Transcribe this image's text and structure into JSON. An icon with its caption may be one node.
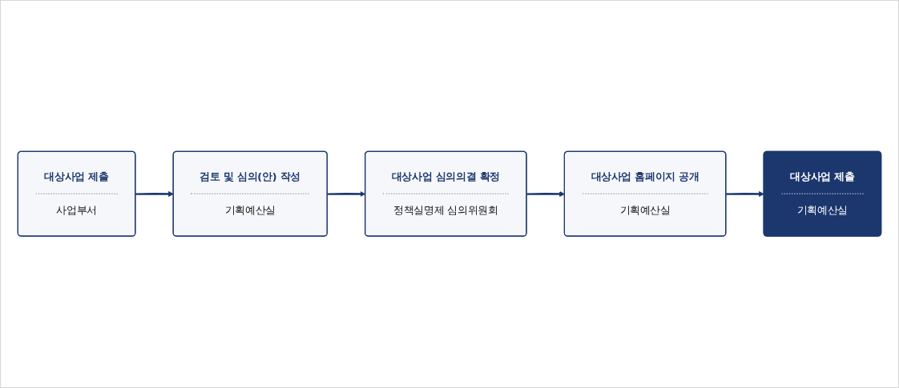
{
  "diagram": {
    "nodes": [
      {
        "text": [
          "대상사업 제출",
          "사업부서"
        ]
      },
      {
        "text": [
          "검토 및 심의(안) 작성",
          "기획예산실"
        ]
      },
      {
        "text": [
          "대상사업 심의의결 확정",
          "정책실명제 심의위원회"
        ]
      },
      {
        "text": [
          "대상사업 홈페이지 공개",
          "기획예산실"
        ]
      },
      {
        "text": [
          "대상사업 제출",
          "기획예산실"
        ]
      }
    ],
    "edges": [
      {
        "from": 0,
        "to": 1,
        "arrow": "to"
      },
      {
        "from": 1,
        "to": 2,
        "arrow": "to"
      },
      {
        "from": 2,
        "to": 3,
        "arrow": "to"
      },
      {
        "from": 3,
        "to": 4,
        "arrow": "to"
      }
    ]
  }
}
